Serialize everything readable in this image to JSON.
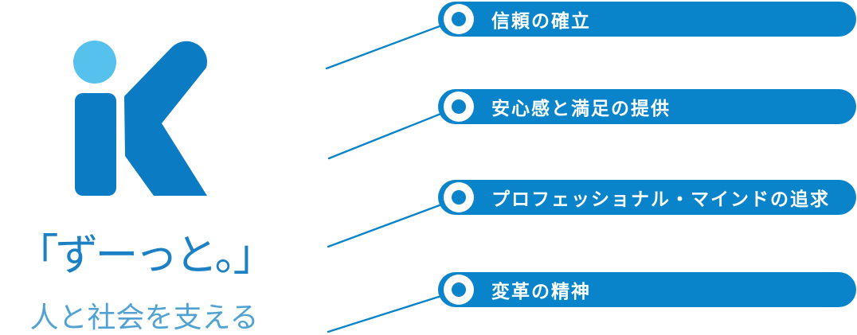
{
  "logo": {
    "mark": "iK",
    "tagline_main": "「ずーっと。」",
    "tagline_sub": "人と社会を支える"
  },
  "items": [
    {
      "icon": "ring-icon",
      "label": "信頼の確立"
    },
    {
      "icon": "ring-icon",
      "label": "安心感と満足の提供"
    },
    {
      "icon": "ring-icon",
      "label": "プロフェッショナル・マインドの追求"
    },
    {
      "icon": "ring-icon",
      "label": "変革の精神"
    }
  ],
  "colors": {
    "bar_blue": "#0984cb",
    "bar_text": "#ffffff",
    "connector_blue": "#0984cb",
    "logo_letter_blue": "#0b7cc4",
    "logo_dot_blue": "#56c1ed",
    "tagline_main_blue": "#1c80c5",
    "tagline_sub_blue": "#51a2d3",
    "panel_background": "#ffffff"
  }
}
